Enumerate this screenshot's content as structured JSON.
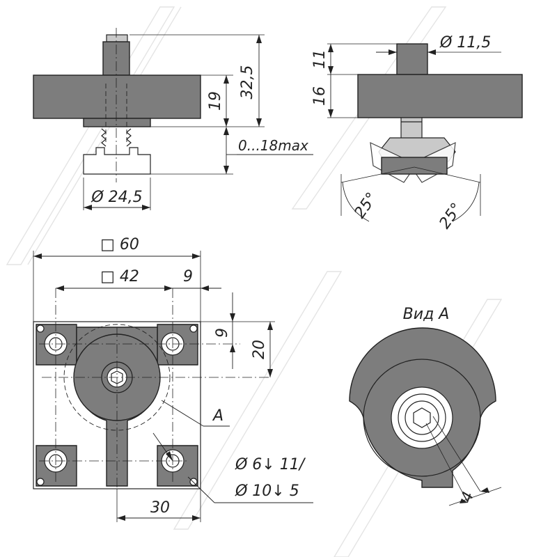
{
  "dimensions": {
    "total_height": "32,5",
    "body_height": "19",
    "adjust_range": "0...18max",
    "foot_diameter": "Ø 24,5",
    "stud_diameter": "Ø 11,5",
    "stud_length": "11",
    "side_body_height": "16",
    "tilt_left": "25°",
    "tilt_right": "25°",
    "plate_size": "□ 60",
    "hole_spacing": "□ 42",
    "edge_offset": "9",
    "hole_offset_y": "9",
    "center_offset": "20",
    "slot_width": "30",
    "hole_spec_1": "Ø 6↓ 11/",
    "hole_spec_2": "Ø 10↓ 5",
    "section_marker": "A",
    "hex_size": "4"
  },
  "view_a": {
    "title": "Вид А"
  },
  "colors": {
    "part_fill": "#7d7d7d",
    "light_fill": "#c9c9c9",
    "line": "#222222",
    "watermark": "#e4e4e4"
  }
}
